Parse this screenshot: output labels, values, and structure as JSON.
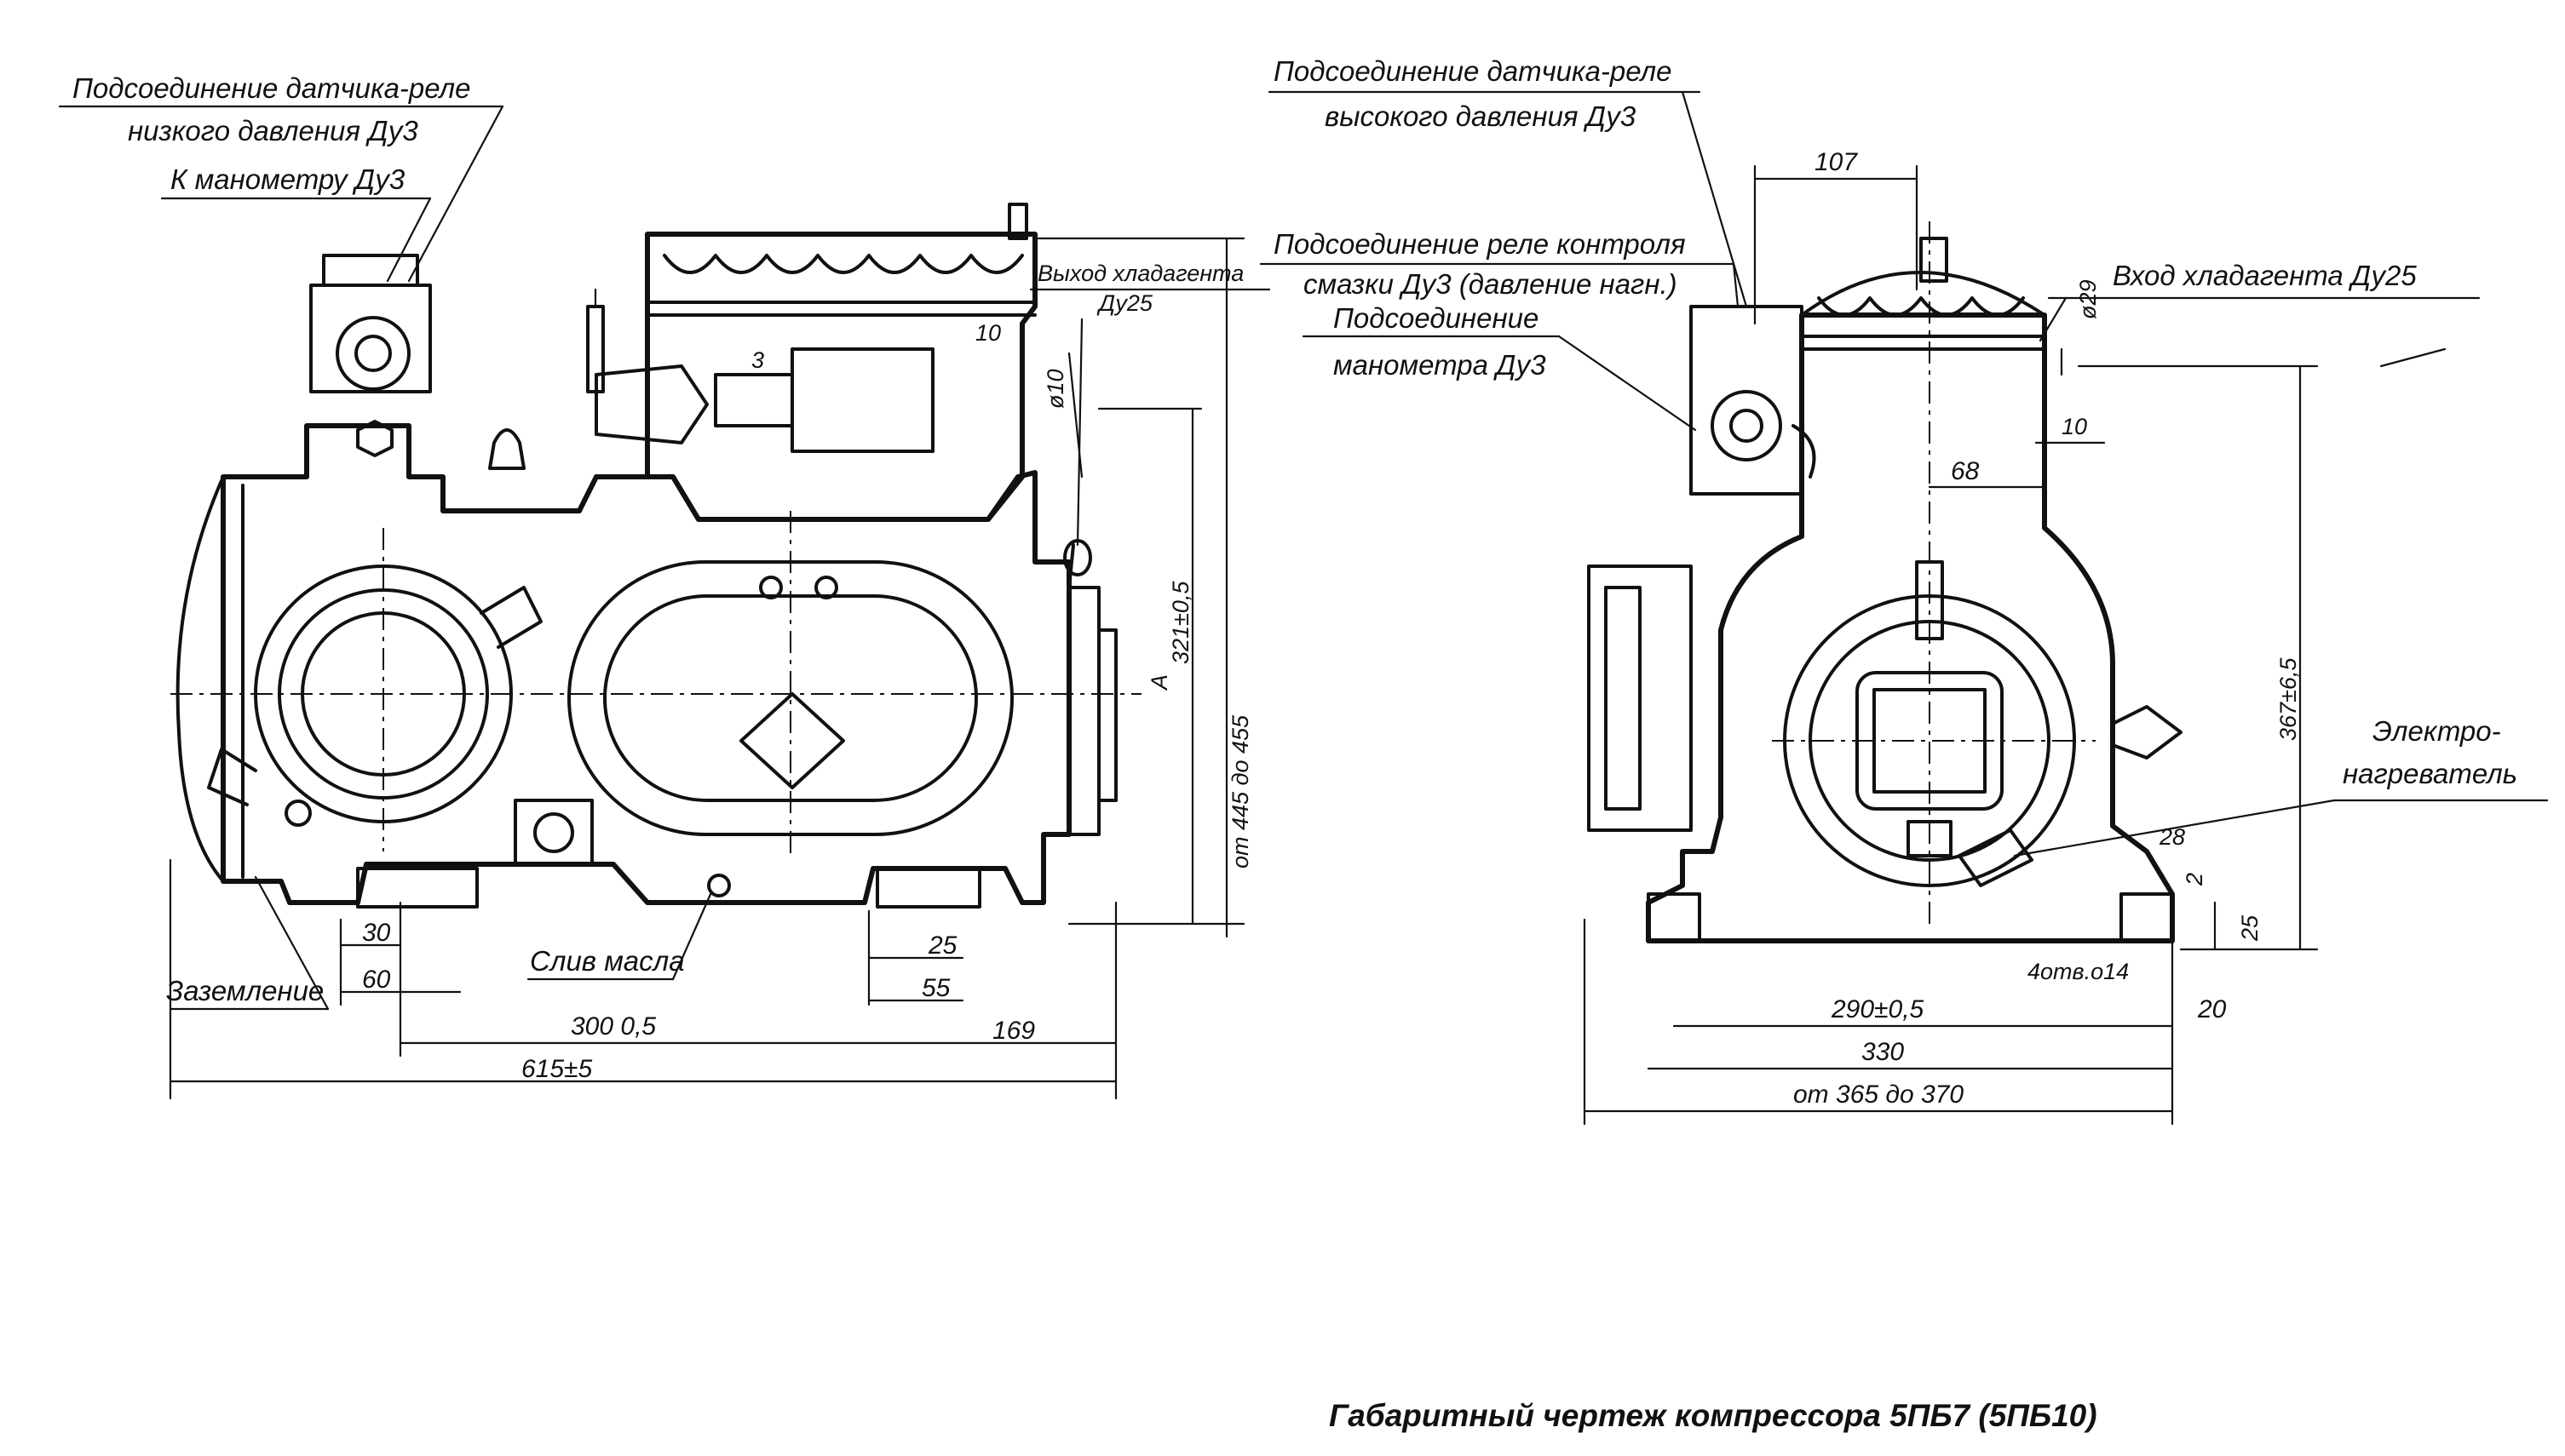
{
  "title": "Габаритный чертеж компрессора 5ПБ7 (5ПБ10)",
  "callouts": {
    "low_pressure_relay_1": "Подсоединение датчика-реле",
    "low_pressure_relay_2": "низкого давления Ду3",
    "manometer_left": "К манометру Ду3",
    "outlet_1": "Выход хладагента",
    "outlet_2": "Ду25",
    "grounding": "Заземление",
    "oil_drain": "Слив масла",
    "high_pressure_relay_1": "Подсоединение датчика-реле",
    "high_pressure_relay_2": "высокого давления Ду3",
    "lube_relay_1": "Подсоединение реле контроля",
    "lube_relay_2": "смазки Ду3 (давление нагн.)",
    "manometer_right_1": "Подсоединение",
    "manometer_right_2": "манометра Ду3",
    "inlet": "Вход хладагента Ду25",
    "heater_1": "Электро-",
    "heater_2": "нагреватель",
    "holes": "4отв.о14"
  },
  "left_view": {
    "dim_30": "30",
    "dim_60": "60",
    "dim_300": "300  0,5",
    "dim_169": "169",
    "dim_615": "615±5",
    "dim_25": "25",
    "dim_55": "55",
    "dim_10": "10",
    "dim_3": "3",
    "dim_d10": "ø10",
    "dim_height": "от 445 до 455",
    "dim_321": "321±0,5",
    "view_arrow": "А"
  },
  "right_view": {
    "dim_107": "107",
    "dim_68": "68",
    "dim_10": "10",
    "dim_d29": "ø29",
    "dim_367": "367±6,5",
    "dim_28": "28",
    "dim_2": "2",
    "dim_25": "25",
    "dim_290": "290±0,5",
    "dim_20": "20",
    "dim_330": "330",
    "dim_width": "от 365 до 370"
  }
}
